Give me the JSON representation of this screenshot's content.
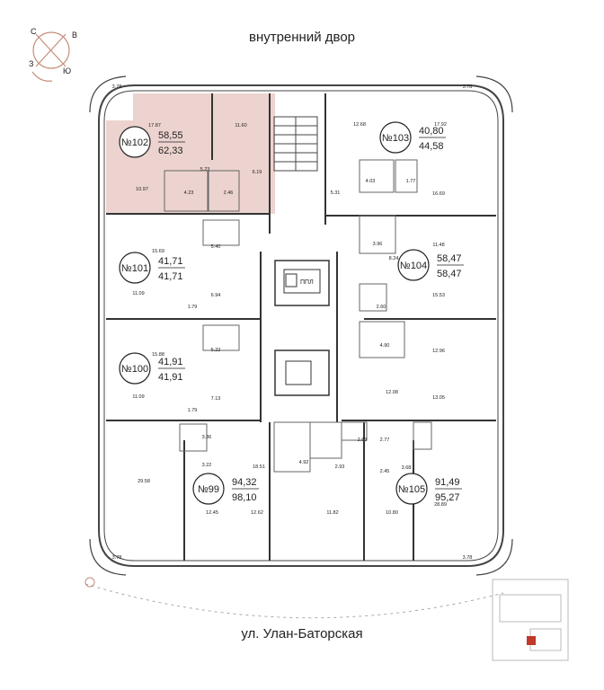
{
  "labels": {
    "courtyard": "внутренний двор",
    "street": "ул. Улан-Баторская",
    "compass": [
      "С",
      "В",
      "Ю",
      "З"
    ],
    "elevator_1": "ППЛ"
  },
  "apartments": [
    {
      "id": "№102",
      "area_1": "58,55",
      "area_2": "62,33"
    },
    {
      "id": "№103",
      "area_1": "40,80",
      "area_2": "44,58"
    },
    {
      "id": "№101",
      "area_1": "41,71",
      "area_2": "41,71"
    },
    {
      "id": "№104",
      "area_1": "58,47",
      "area_2": "58,47"
    },
    {
      "id": "№100",
      "area_1": "41,91",
      "area_2": "41,91"
    },
    {
      "id": "№99",
      "area_1": "94,32",
      "area_2": "98,10"
    },
    {
      "id": "№105",
      "area_1": "91,49",
      "area_2": "95,27"
    }
  ],
  "room_areas": [
    "3.78",
    "3.78",
    "3.78",
    "3.78",
    "17.87",
    "11.60",
    "5.23",
    "6.19",
    "10.97",
    "4.23",
    "2.46",
    "12.68",
    "17.92",
    "4.03",
    "1.77",
    "16.69",
    "5.31",
    "15.69",
    "5.40",
    "11.09",
    "6.94",
    "1.79",
    "11.48",
    "3.96",
    "8.24",
    "15.53",
    "2.60",
    "15.88",
    "5.22",
    "11.09",
    "7.13",
    "1.79",
    "4.90",
    "12.96",
    "12.08",
    "13.05",
    "3.36",
    "3.22",
    "18.51",
    "2.83",
    "2.77",
    "4.92",
    "2.93",
    "2.45",
    "3.68",
    "29.58",
    "12.45",
    "12.62",
    "11.82",
    "10.80",
    "28.89"
  ]
}
